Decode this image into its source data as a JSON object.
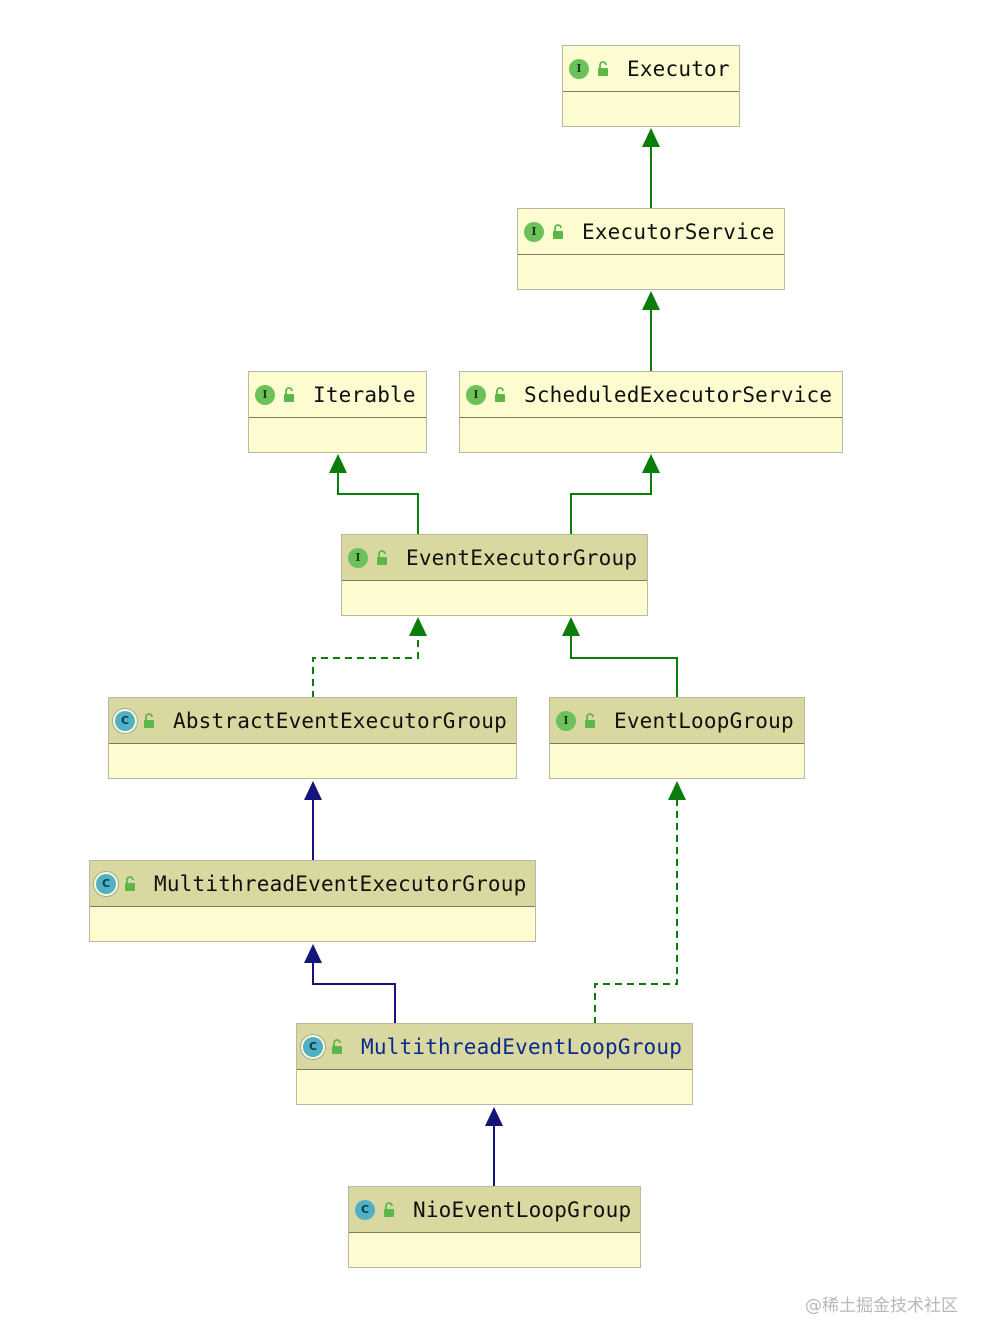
{
  "nodes": {
    "executor": {
      "name": "Executor",
      "kind": "I"
    },
    "executor_service": {
      "name": "ExecutorService",
      "kind": "I"
    },
    "iterable": {
      "name": "Iterable",
      "kind": "I"
    },
    "scheduled_executor_service": {
      "name": "ScheduledExecutorService",
      "kind": "I"
    },
    "event_executor_group": {
      "name": "EventExecutorGroup",
      "kind": "I"
    },
    "abstract_event_executor_group": {
      "name": "AbstractEventExecutorGroup",
      "kind": "C"
    },
    "event_loop_group": {
      "name": "EventLoopGroup",
      "kind": "I"
    },
    "multithread_event_executor_group": {
      "name": "MultithreadEventExecutorGroup",
      "kind": "C"
    },
    "multithread_event_loop_group": {
      "name": "MultithreadEventLoopGroup",
      "kind": "C"
    },
    "nio_event_loop_group": {
      "name": "NioEventLoopGroup",
      "kind": "C"
    }
  },
  "relations": [
    {
      "from": "executor_service",
      "to": "executor",
      "type": "extends"
    },
    {
      "from": "scheduled_executor_service",
      "to": "executor_service",
      "type": "extends"
    },
    {
      "from": "event_executor_group",
      "to": "iterable",
      "type": "extends"
    },
    {
      "from": "event_executor_group",
      "to": "scheduled_executor_service",
      "type": "extends"
    },
    {
      "from": "abstract_event_executor_group",
      "to": "event_executor_group",
      "type": "implements"
    },
    {
      "from": "event_loop_group",
      "to": "event_executor_group",
      "type": "extends"
    },
    {
      "from": "multithread_event_executor_group",
      "to": "abstract_event_executor_group",
      "type": "extends"
    },
    {
      "from": "multithread_event_loop_group",
      "to": "multithread_event_executor_group",
      "type": "extends"
    },
    {
      "from": "multithread_event_loop_group",
      "to": "event_loop_group",
      "type": "implements"
    },
    {
      "from": "nio_event_loop_group",
      "to": "multithread_event_loop_group",
      "type": "extends"
    }
  ],
  "colors": {
    "interface_edge": "#0b7d0b",
    "class_edge": "#14147a",
    "node_fill": "#fdfcd1",
    "node_header_selected": "#d9d8a0"
  },
  "icons": {
    "kind_interface": "interface-badge-icon",
    "kind_class": "class-badge-icon",
    "access": "unlocked-public-icon"
  },
  "watermark": "@稀土掘金技术社区"
}
